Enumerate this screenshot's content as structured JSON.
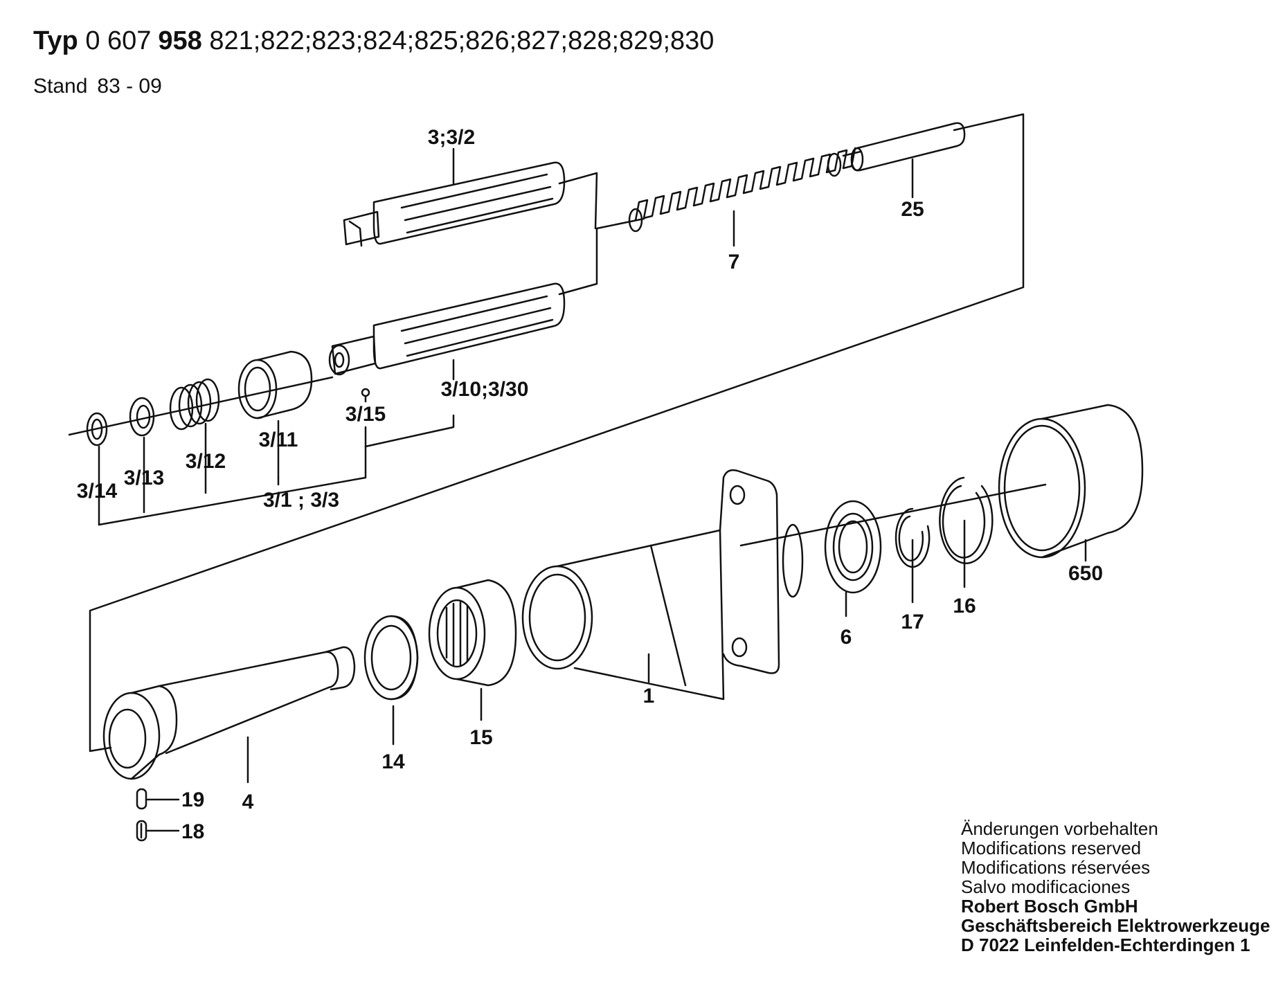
{
  "header": {
    "typ_label": "Typ",
    "typ_prefix": "0 607",
    "typ_code": "958",
    "typ_variants": "821;822;823;824;825;826;827;828;829;830",
    "stand_label": "Stand",
    "stand_value": "83 - 09"
  },
  "parts": {
    "p3_32": "3;3/2",
    "p25": "25",
    "p7": "7",
    "p3_15": "3/15",
    "p3_10_3_30": "3/10;3/30",
    "p3_11": "3/11",
    "p3_12": "3/12",
    "p3_13": "3/13",
    "p3_14": "3/14",
    "p3_1_3_3": "3/1 ; 3/3",
    "p650": "650",
    "p16": "16",
    "p17": "17",
    "p6": "6",
    "p1": "1",
    "p15": "15",
    "p14": "14",
    "p4": "4",
    "p19": "19",
    "p18": "18"
  },
  "notes": {
    "line1": "Änderungen vorbehalten",
    "line2": "Modifications reserved",
    "line3": "Modifications réservées",
    "line4": "Salvo modificaciones",
    "company": "Robert Bosch GmbH",
    "division": "Geschäftsbereich Elektrowerkzeuge",
    "address": "D 7022 Leinfelden-Echterdingen 1"
  }
}
